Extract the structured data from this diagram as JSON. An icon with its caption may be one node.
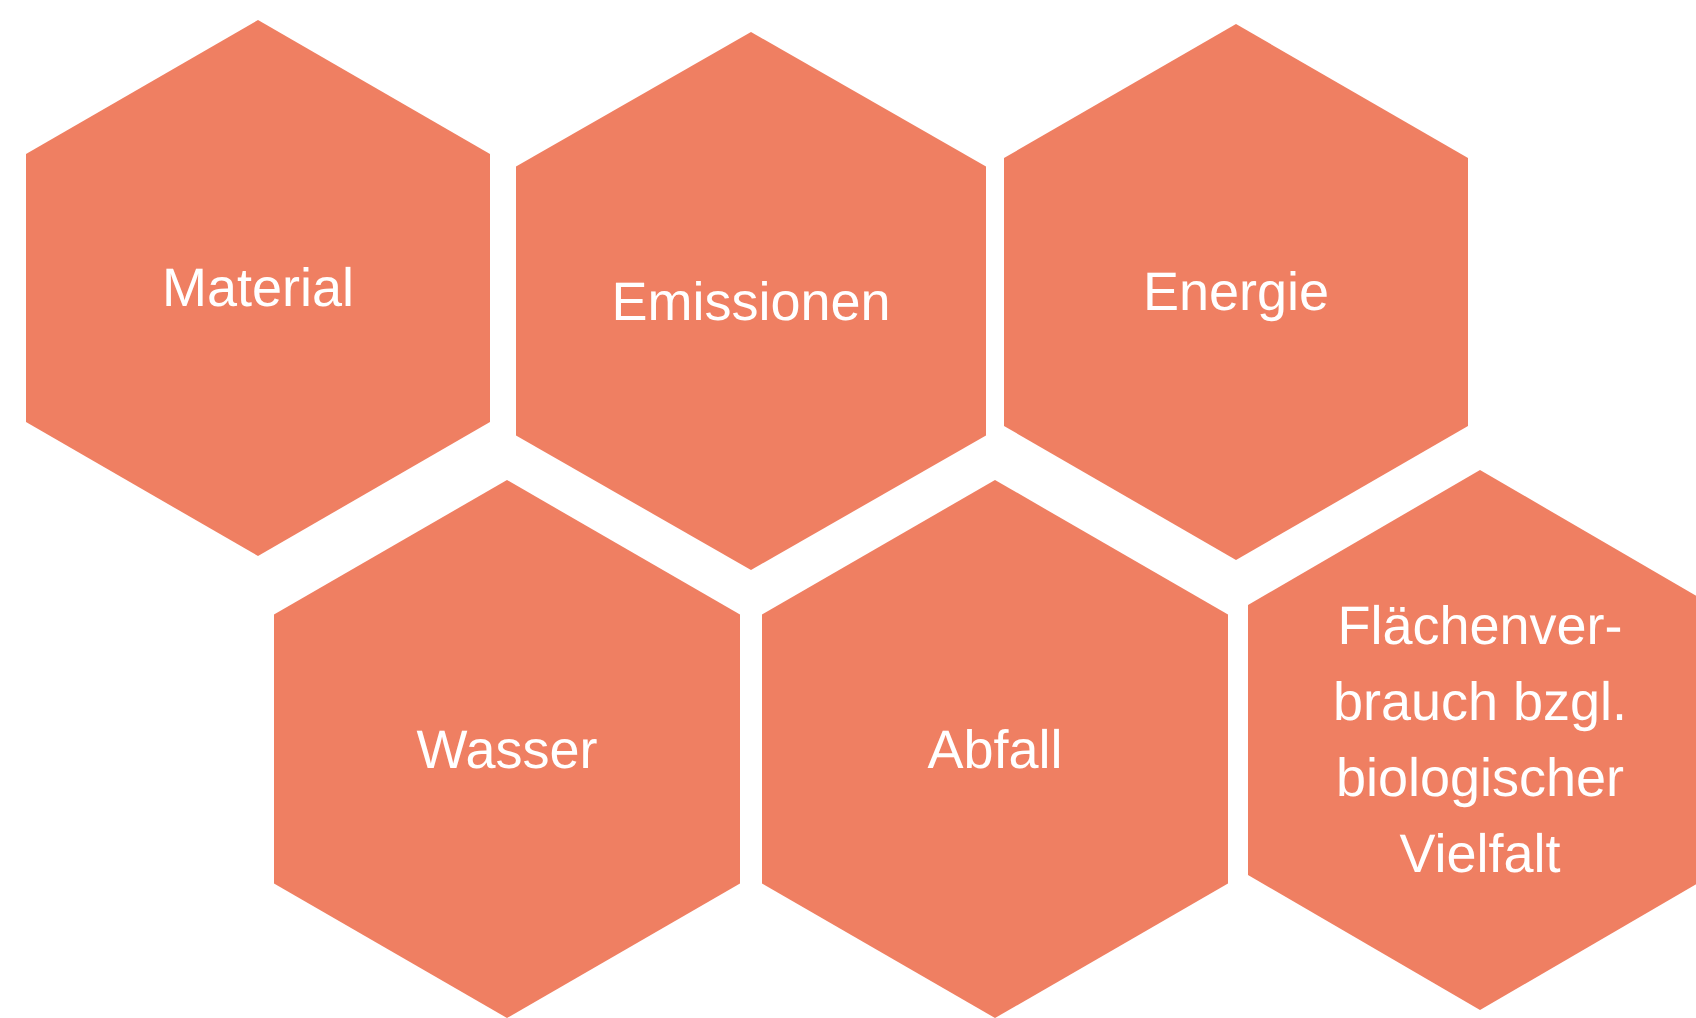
{
  "diagram": {
    "nodes": [
      {
        "text": [
          "Material"
        ]
      },
      {
        "text": [
          "Emissionen"
        ]
      },
      {
        "text": [
          "Energie"
        ]
      },
      {
        "text": [
          "Wasser"
        ]
      },
      {
        "text": [
          "Abfall"
        ]
      },
      {
        "text": [
          "Flächenver- brauch bzgl. biologischer Vielfalt"
        ]
      }
    ]
  }
}
